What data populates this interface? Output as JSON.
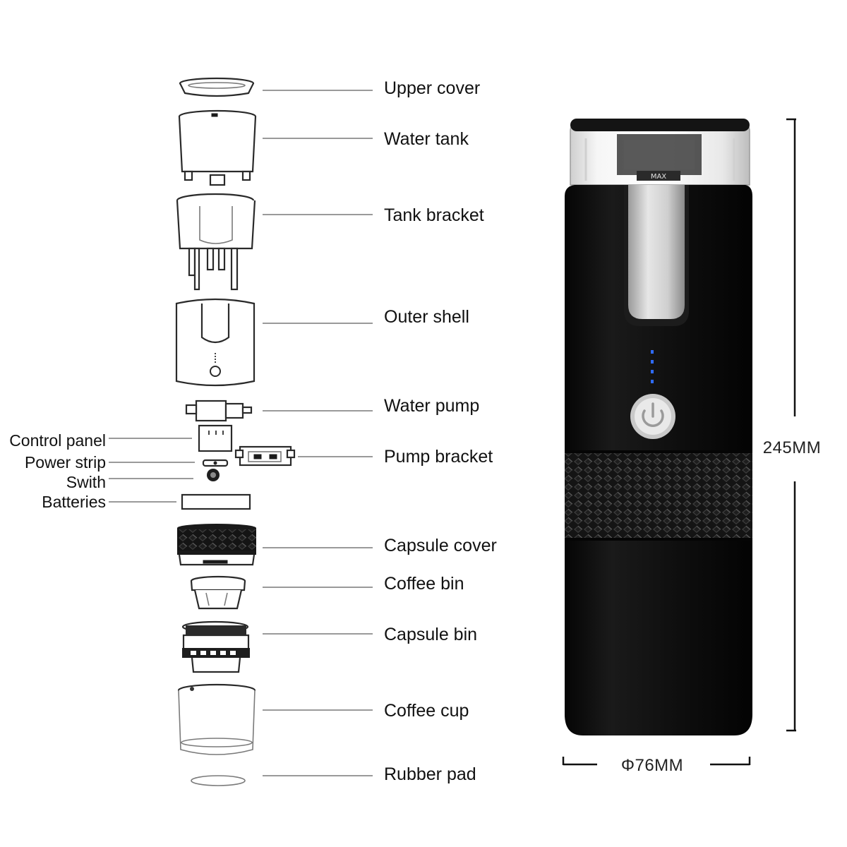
{
  "parts_right": [
    {
      "key": "upper_cover",
      "label": "Upper cover"
    },
    {
      "key": "water_tank",
      "label": "Water tank"
    },
    {
      "key": "tank_bracket",
      "label": "Tank bracket"
    },
    {
      "key": "outer_shell",
      "label": "Outer shell"
    },
    {
      "key": "water_pump",
      "label": "Water pump"
    },
    {
      "key": "pump_bracket",
      "label": "Pump bracket"
    },
    {
      "key": "capsule_cover",
      "label": "Capsule cover"
    },
    {
      "key": "coffee_bin",
      "label": "Coffee bin"
    },
    {
      "key": "capsule_bin",
      "label": "Capsule bin"
    },
    {
      "key": "coffee_cup",
      "label": "Coffee cup"
    },
    {
      "key": "rubber_pad",
      "label": "Rubber pad"
    }
  ],
  "parts_left": [
    {
      "key": "control_panel",
      "label": "Control panel"
    },
    {
      "key": "power_strip",
      "label": "Power strip"
    },
    {
      "key": "switch",
      "label": "Swith"
    },
    {
      "key": "batteries",
      "label": "Batteries"
    }
  ],
  "dimensions": {
    "height": "245MM",
    "diameter": "Φ76MM"
  },
  "product": {
    "max_mark": "MAX",
    "indicator_leds": 4,
    "body_color": "#0d0d0d",
    "led_color": "#2f6bff"
  }
}
